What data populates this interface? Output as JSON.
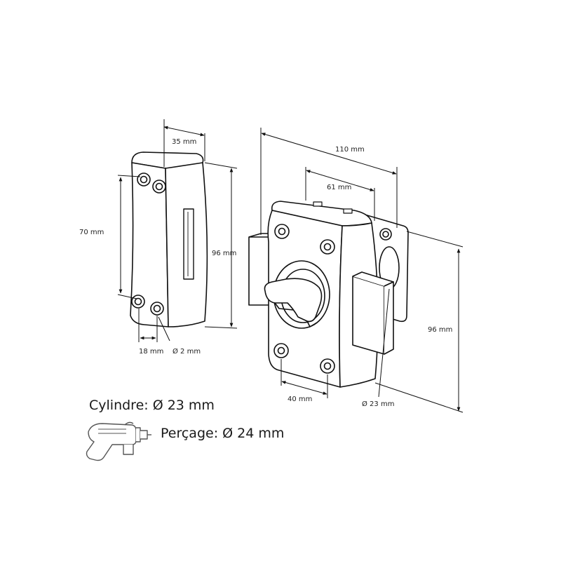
{
  "strike_plate": {
    "width": "35 mm",
    "height": "96 mm",
    "hole_spacing_vertical": "70 mm",
    "hole_spacing_horizontal": "18 mm",
    "hole_diameter": "Ø 2 mm"
  },
  "lock_body": {
    "total_width": "110 mm",
    "body_width": "61 mm",
    "height": "96 mm",
    "hole_spacing": "40 mm",
    "cylinder_diameter": "Ø 23 mm"
  },
  "specs": {
    "cylinder": "Cylindre: Ø 23 mm",
    "drilling": "Perçage: Ø 24 mm"
  }
}
